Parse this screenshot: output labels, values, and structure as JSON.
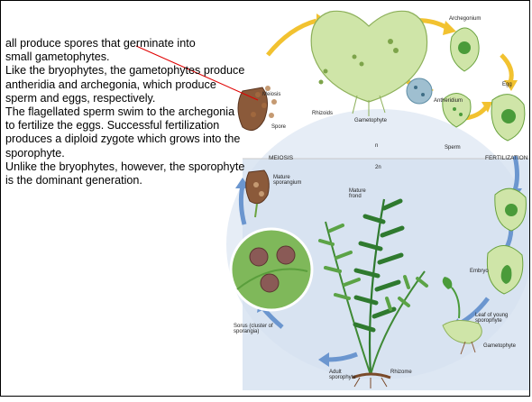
{
  "text": {
    "line1": "all produce spores that germinate into",
    "line2": "small gametophytes.",
    "p2": "Like the bryophytes, the gametophytes produce antheridia and archegonia, which produce sperm and eggs, respectively.",
    "p3": "The flagellated sperm swim to the archegonia to fertilize the eggs. Successful fertilization produces a diploid zygote which grows into the sporophyte.",
    "p4": "Unlike the bryophytes, however, the sporophyte is the dominant generation."
  },
  "diagram": {
    "meiosis": "MEIOSIS",
    "fertilization": "FERTILIZATION",
    "haploid": "n",
    "diploid": "2n",
    "meiosis_small": "Meiosis",
    "spore": "Spore",
    "rhizoids": "Rhizoids",
    "gametophyte": "Gametophyte",
    "archegonium": "Archegonium",
    "egg": "Egg",
    "antheridium": "Antheridium",
    "sperm": "Sperm",
    "mature_sporangium": "Mature sporangium",
    "mature_frond": "Mature frond",
    "embryo": "Embryo",
    "sorus": "Sorus (cluster of sporangia)",
    "leaf_young": "Leaf of young sporophyte",
    "gametophyte2": "Gametophyte",
    "adult_sporophyte": "Adult sporophyte",
    "rhizome": "Rhizome"
  },
  "colors": {
    "haploid_bg": "#ffffff",
    "diploid_bg": "#dde7f3",
    "arrow_yellow": "#f2c230",
    "arrow_blue": "#6b96cf",
    "plant_green": "#4a9b3a",
    "pointer_line": "#e00000"
  }
}
